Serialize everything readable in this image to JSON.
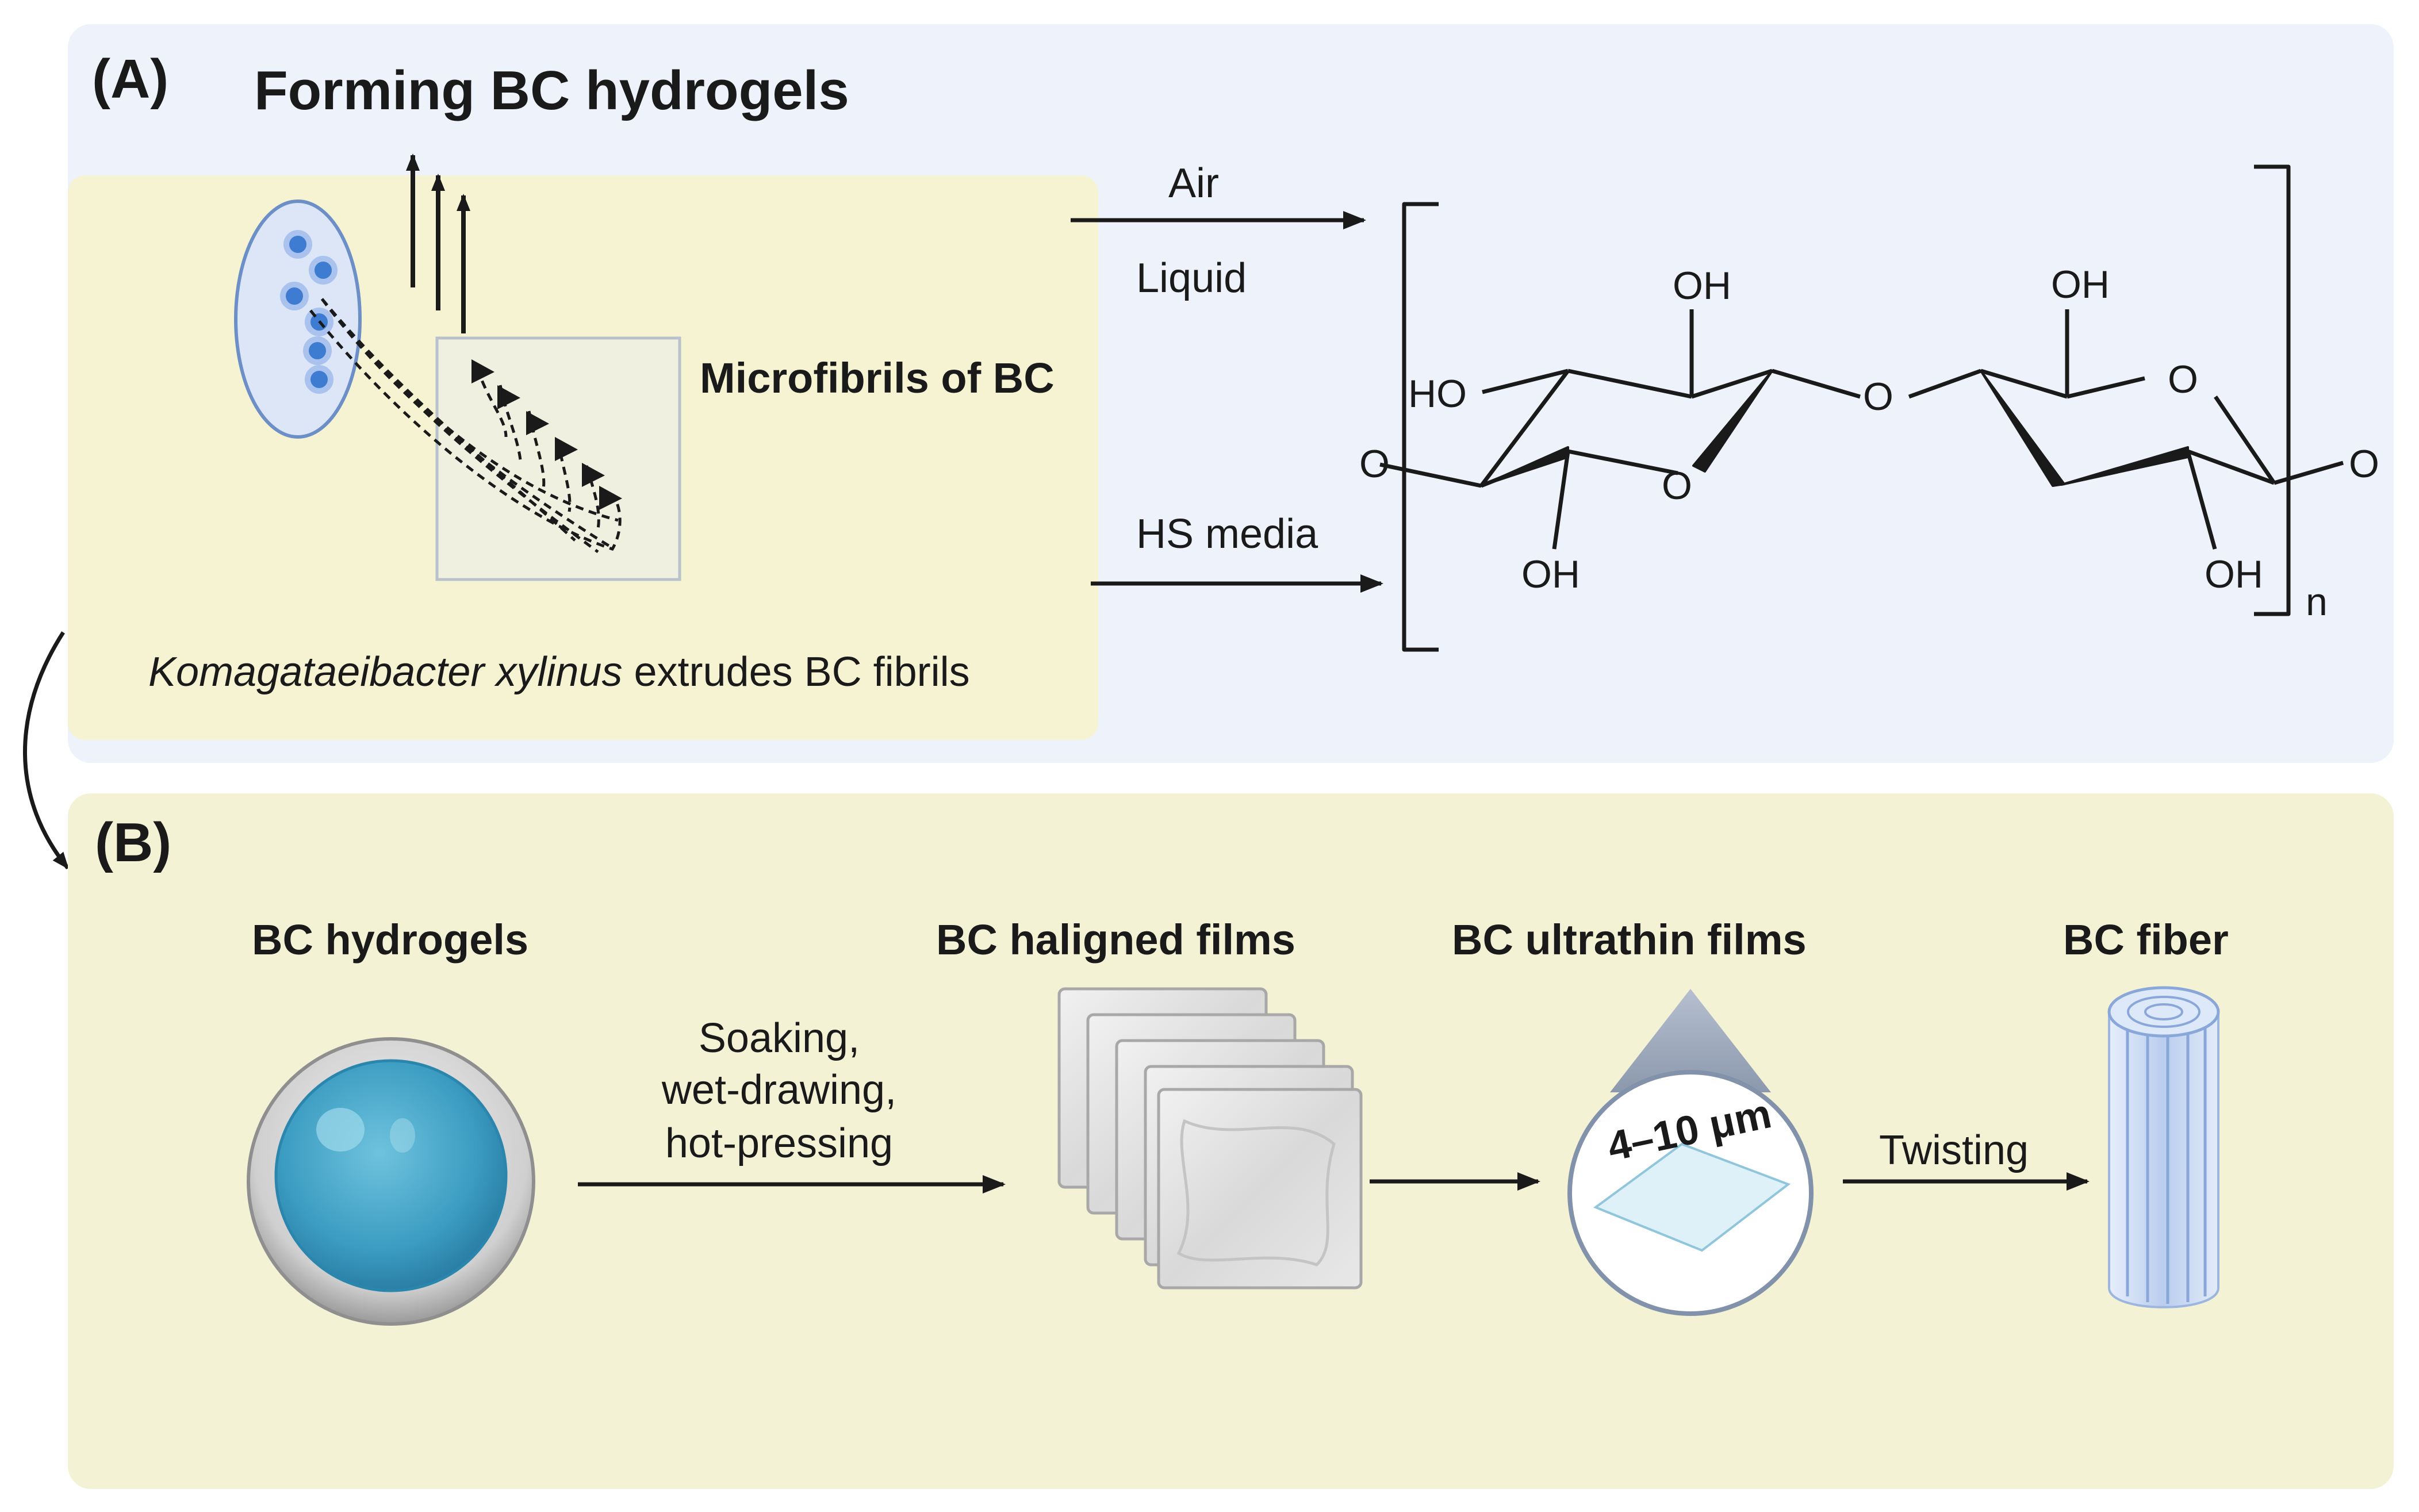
{
  "panel_a": {
    "tag": "(A)",
    "title": "Forming BC hydrogels",
    "microfibrils_label": "Microfibrils of BC",
    "bacterium_name": "Komagataeibacter xylinus",
    "bacterium_caption_rest": " extrudes BC fibrils",
    "air_label": "Air",
    "liquid_label": "Liquid",
    "media_label": "HS media",
    "structure": {
      "oh_top_left": "OH",
      "oh_top_right": "OH",
      "ho_left": "HO",
      "o_ring_left": "O",
      "o_bridge": "O",
      "o_ring_right": "O",
      "o_end_left": "O",
      "o_end_right": "O",
      "oh_bottom_left": "OH",
      "oh_bottom_right": "OH",
      "repeat_n": "n"
    }
  },
  "panel_b": {
    "tag": "(B)",
    "hydrogels_label": "BC hydrogels",
    "process_line1": "Soaking,",
    "process_line2": "wet-drawing,",
    "process_line3": "hot-pressing",
    "aligned_films_label": "BC haligned films",
    "ultrathin_label": "BC ultrathin films",
    "thickness_label": "4–10 μm",
    "twisting_label": "Twisting",
    "fiber_label": "BC fiber"
  },
  "colors": {
    "panel_a_bg": "#eef2fa",
    "panel_b_bg": "#f4f2d5",
    "inner_box_bg": "#f5f3d2",
    "bacterium_fill": "#dce6f7",
    "dot_blue": "#3d7cd1",
    "hydrogel_blue": "#49a7c9",
    "film_gray": "#dadada",
    "fiber_blue": "#aac3e8"
  },
  "icons": [
    "bacterium-icon",
    "hydrogel-sphere-icon",
    "film-stack-icon",
    "ultrathin-film-icon",
    "fiber-icon"
  ]
}
